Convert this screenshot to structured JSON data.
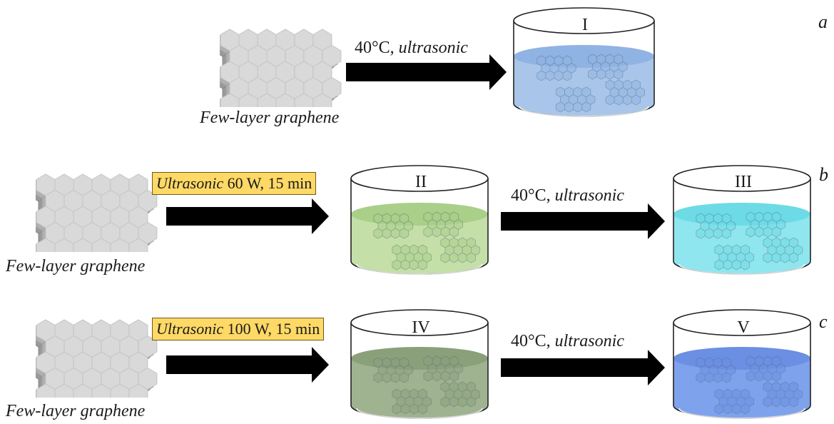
{
  "rows": [
    {
      "letter": "a",
      "graphene_label": "Few-layer graphene",
      "step2": {
        "prefix": "40°C, ",
        "italic": "ultrasonic"
      },
      "beaker_final": {
        "label": "I",
        "liquid": "#a9c6ea",
        "liquid_top": "#8fb3e3"
      }
    },
    {
      "letter": "b",
      "graphene_label": "Few-layer graphene",
      "step1": {
        "italic": "Ultrasonic",
        "rest": "60 W, 15 min"
      },
      "beaker_mid": {
        "label": "II",
        "liquid": "#c4dfa8",
        "liquid_top": "#a9cf88"
      },
      "step2": {
        "prefix": "40°C, ",
        "italic": "ultrasonic"
      },
      "beaker_final": {
        "label": "III",
        "liquid": "#8fe6ee",
        "liquid_top": "#6cdbe6"
      }
    },
    {
      "letter": "c",
      "graphene_label": "Few-layer graphene",
      "step1": {
        "italic": "Ultrasonic",
        "rest": "100 W, 15 min"
      },
      "beaker_mid": {
        "label": "IV",
        "liquid": "#9fb390",
        "liquid_top": "#8aa07a"
      },
      "step2": {
        "prefix": "40°C, ",
        "italic": "ultrasonic"
      },
      "beaker_final": {
        "label": "V",
        "liquid": "#7fa2ec",
        "liquid_top": "#6b8fe3"
      }
    }
  ],
  "colors": {
    "arrow": "#000000",
    "badge_fill": "#ffd966",
    "graphene_light": "#d9d9d9",
    "graphene_dark": "#a6a6a6"
  }
}
